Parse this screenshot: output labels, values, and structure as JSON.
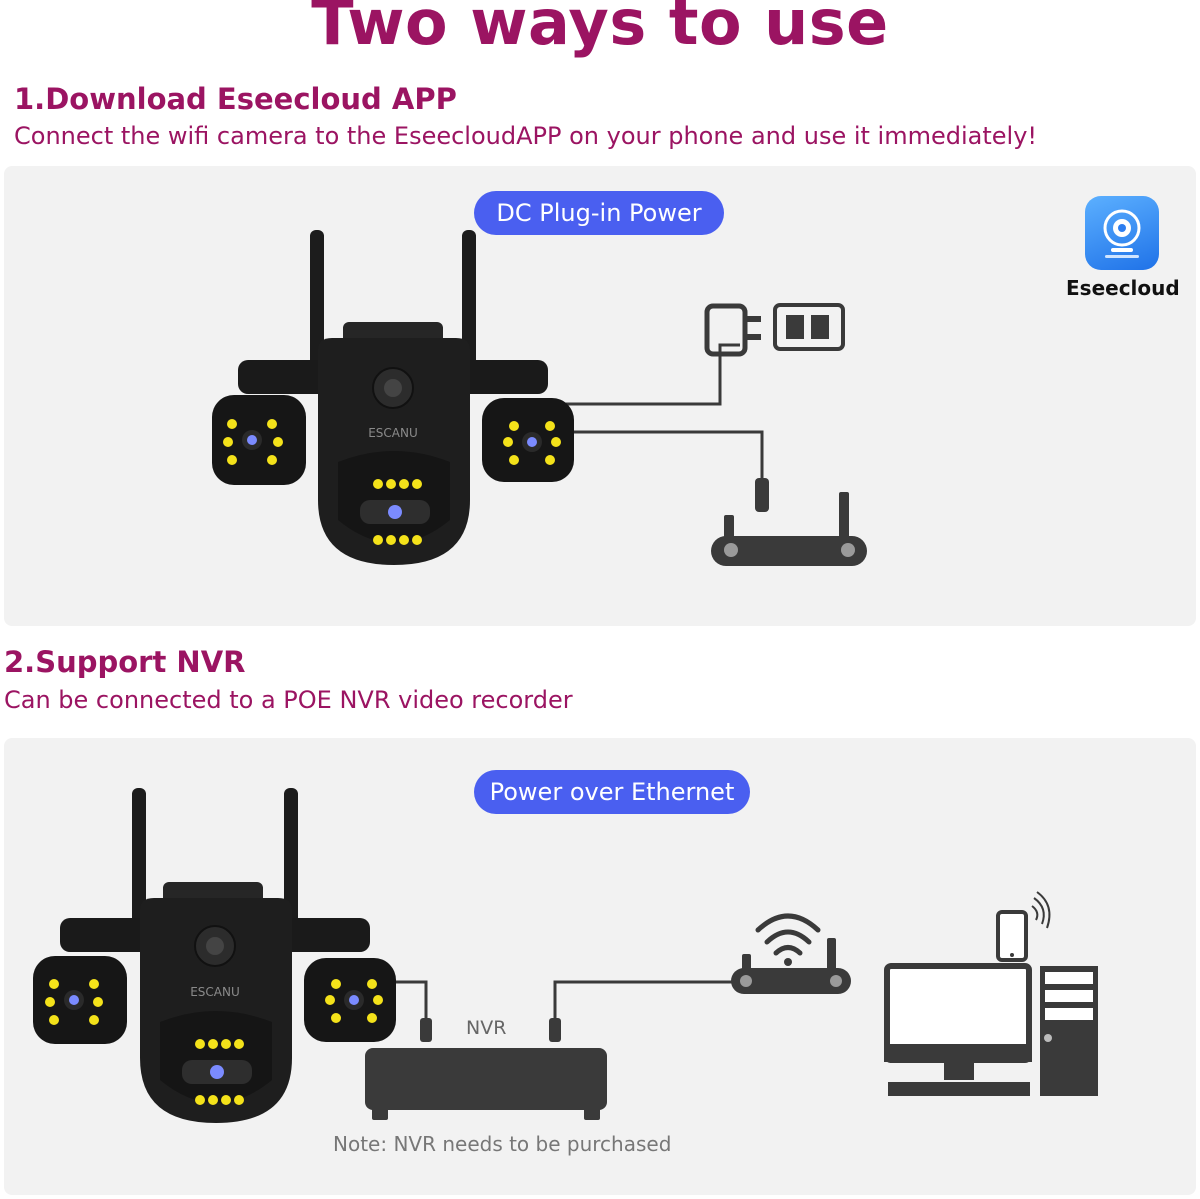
{
  "header": {
    "title": "Two ways to use"
  },
  "section1": {
    "heading": "1.Download Eseecloud APP",
    "description": "Connect the wifi camera to the EseecloudAPP on your phone and use it immediately!",
    "pill": "DC Plug-in Power",
    "app_label": "Eseecloud",
    "camera_brand": "ESCANU"
  },
  "section2": {
    "heading": "2.Support NVR",
    "description": "Can be connected to a POE NVR video recorder",
    "pill": "Power over Ethernet",
    "nvr_label": "NVR",
    "note": "Note: NVR needs to be purchased",
    "camera_brand": "ESCANU"
  },
  "colors": {
    "heading": "#9b1462",
    "pill": "#4a5ff0",
    "panel": "#f2f2f2",
    "device": "#3a3a3a",
    "led": "#f4e21a"
  },
  "icons": [
    "eseecloud-app-icon",
    "camera-icon",
    "power-adapter-icon",
    "power-outlet-icon",
    "router-icon",
    "wifi-icon",
    "nvr-icon",
    "computer-icon",
    "smartphone-icon"
  ]
}
